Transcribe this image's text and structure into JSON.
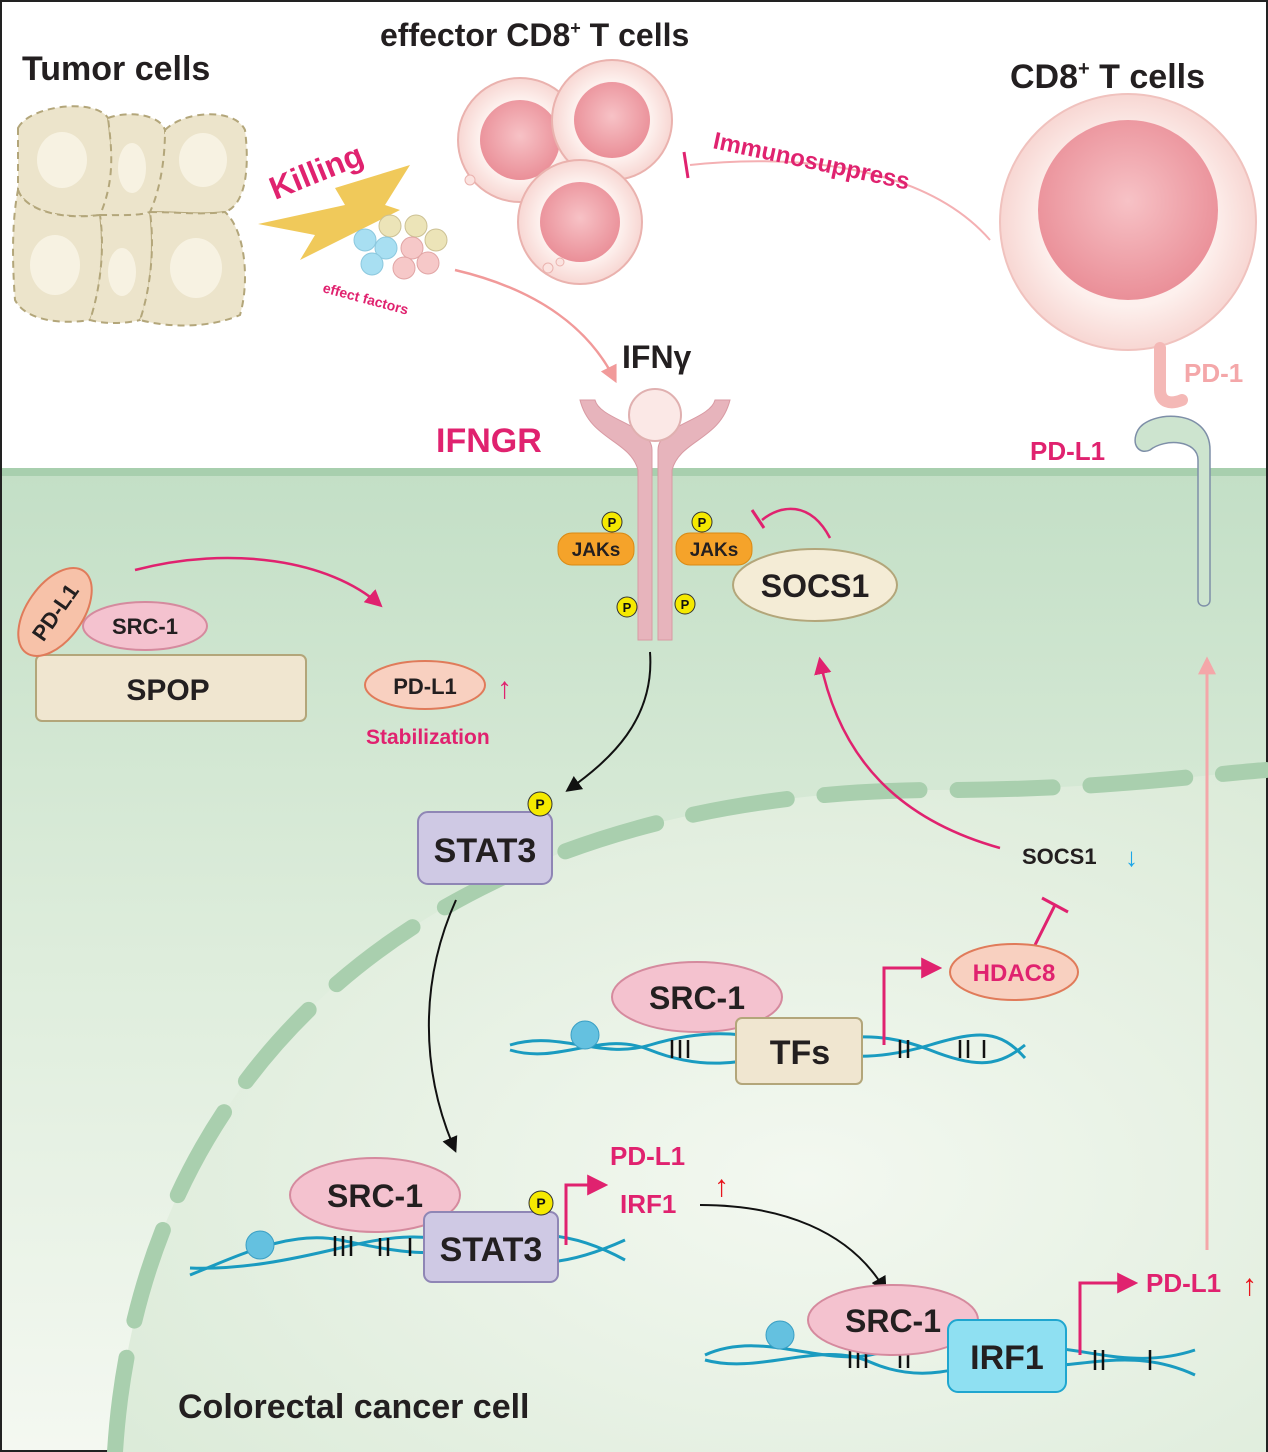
{
  "titles": {
    "tumor_cells": "Tumor cells",
    "effector_cd8": "effector CD8",
    "effector_cd8_sup": "+",
    "effector_cd8_suffix": " T cells",
    "cd8_t_cells": "CD8",
    "cd8_t_cells_sup": "+",
    "cd8_t_cells_suffix": " T cells",
    "colorectal_cell": "Colorectal cancer cell"
  },
  "labels": {
    "killing": "Killing",
    "effect_factors": "effect factors",
    "immunosuppress": "Immunosuppress",
    "ifng": "IFNγ",
    "ifngr": "IFNGR",
    "pd1": "PD-1",
    "pdl1_membrane": "PD-L1",
    "jaks_left": "JAKs",
    "jaks_right": "JAKs",
    "p": "P",
    "socs1": "SOCS1",
    "pdl1_spop": "PD-L1",
    "src1_spop": "SRC-1",
    "spop": "SPOP",
    "pdl1_stabilized": "PD-L1",
    "stabilization": "Stabilization",
    "stat3_cyto": "STAT3",
    "socs1_down": "SOCS1",
    "hdac8": "HDAC8",
    "src1_tfs": "SRC-1",
    "tfs": "TFs",
    "src1_stat3": "SRC-1",
    "stat3_nuc": "STAT3",
    "pdl1_out": "PD-L1",
    "irf1_out": "IRF1",
    "src1_irf1": "SRC-1",
    "irf1": "IRF1",
    "pdl1_final": "PD-L1"
  },
  "arrows": {
    "up": "↑",
    "down": "↓"
  },
  "colors": {
    "magenta": "#e0226f",
    "pink_light": "#f4a7a9",
    "membrane_green": "#b9d9bf",
    "cell_bg_top": "#c8e1cb",
    "cell_bg_bottom": "#f5f9f4",
    "beige": "#f0e6d0",
    "lavender": "#cfc9e4",
    "cyan": "#8fe0f2",
    "yellow": "#f5e900",
    "orange": "#f5a32a",
    "red_arrow": "#e8141c",
    "blue_arrow": "#1da6e8",
    "dna_blue": "#1a9bc0"
  }
}
